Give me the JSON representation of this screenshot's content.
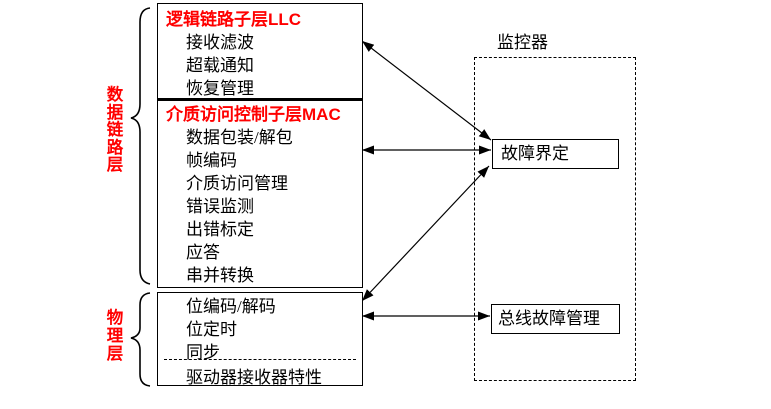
{
  "layers": {
    "datalink_label": "数据链路层",
    "physical_label": "物理层"
  },
  "llc": {
    "title_zh": "逻辑链路子层",
    "title_en": "LLC",
    "items": [
      "接收滤波",
      "超载通知",
      "恢复管理"
    ]
  },
  "mac": {
    "title_zh": "介质访问控制子层",
    "title_en": "MAC",
    "items": [
      "数据包装/解包",
      "帧编码",
      "介质访问管理",
      "错误监测",
      "出错标定",
      "应答",
      "串并转换"
    ]
  },
  "physical": {
    "items": [
      "位编码/解码",
      "位定时",
      "同步"
    ],
    "below_dash": "驱动器接收器特性"
  },
  "monitor": {
    "title": "监控器",
    "fault_confinement": "故障界定",
    "bus_fault_management": "总线故障管理"
  },
  "colors": {
    "accent_red": "#ff0000",
    "line_black": "#000000",
    "background": "#ffffff"
  }
}
